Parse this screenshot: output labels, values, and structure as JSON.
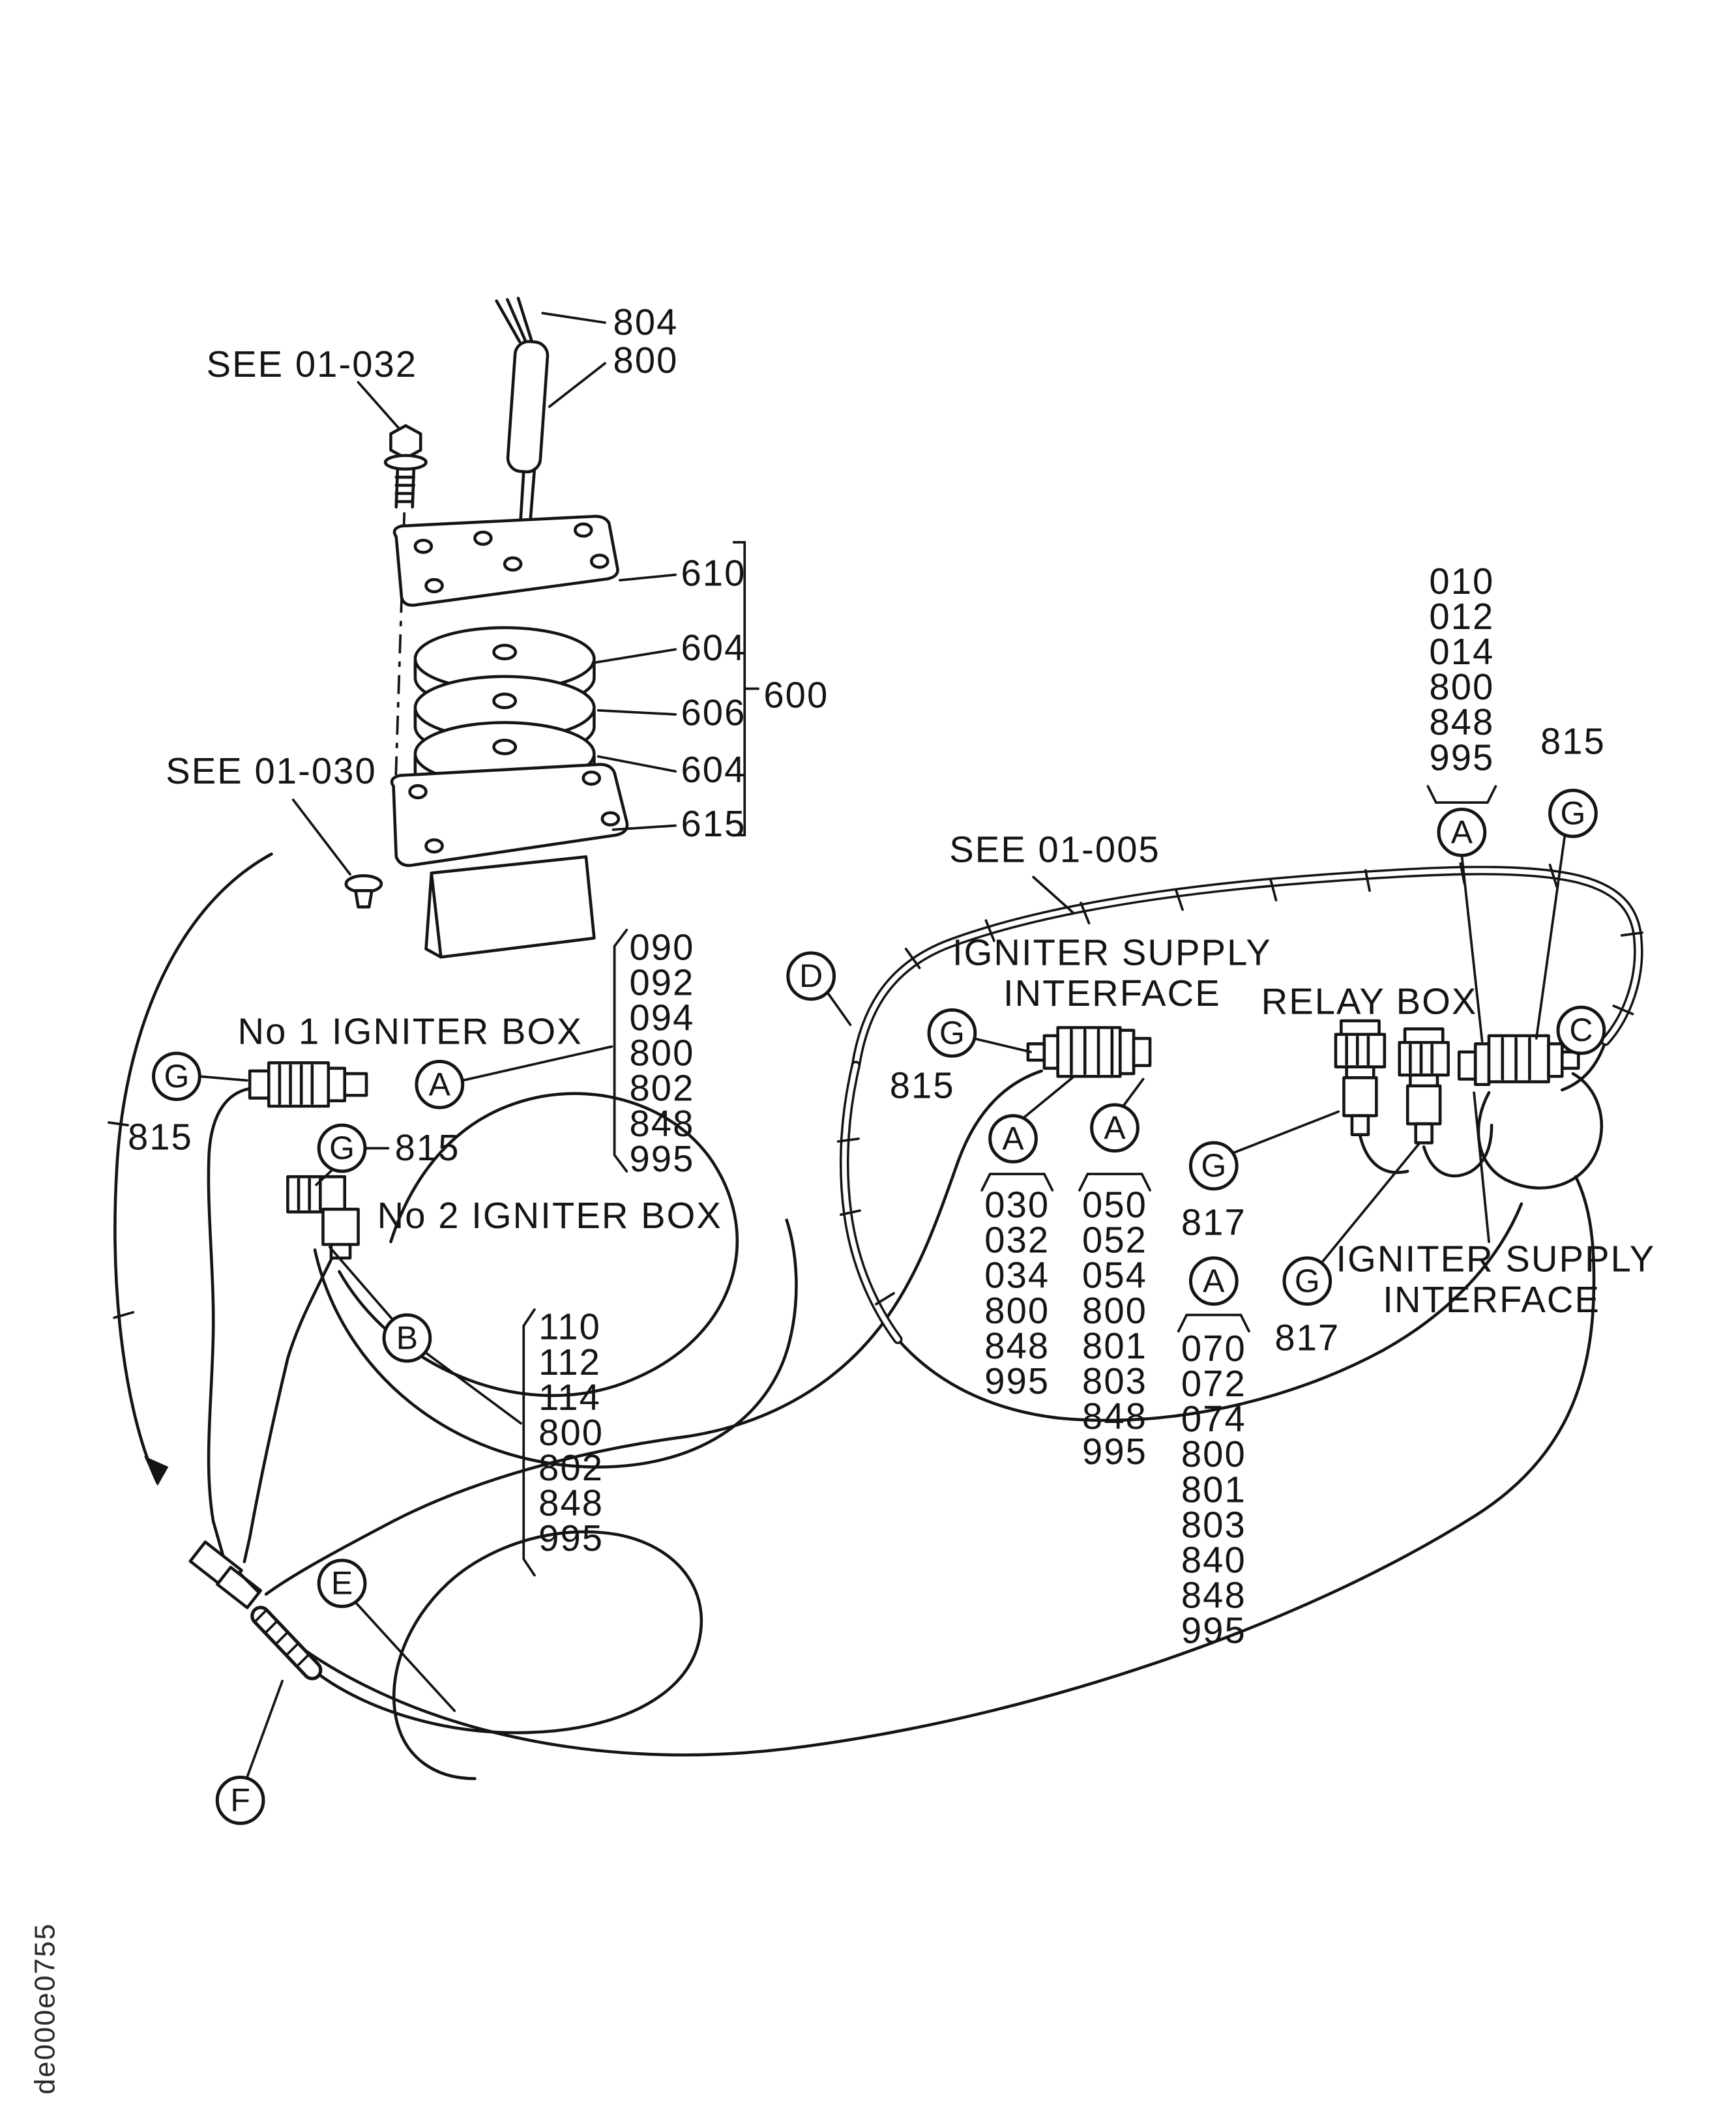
{
  "page": {
    "doc_code": "de000e0755",
    "background": "#ffffff",
    "ink": "#141414"
  },
  "references": {
    "r01032": "SEE 01-032",
    "r01030": "SEE 01-030",
    "r01005": "SEE 01-005"
  },
  "stack_labels": {
    "p804": "804",
    "p800": "800",
    "p610": "610",
    "p604_top": "604",
    "p606": "606",
    "p604_bottom": "604",
    "p615": "615",
    "p600": "600"
  },
  "boxes": {
    "no1": "No 1 IGNITER BOX",
    "no2": "No 2 IGNITER BOX",
    "relay": "RELAY BOX",
    "isi_left": [
      "IGNITER SUPPLY",
      "INTERFACE"
    ],
    "isi_right": [
      "IGNITER SUPPLY",
      "INTERFACE"
    ]
  },
  "callouts": {
    "a": "A",
    "b": "B",
    "c": "C",
    "d": "D",
    "e": "E",
    "f": "F",
    "g": "G"
  },
  "wire_refs": {
    "w815_no1": "815",
    "w815_no2": "815",
    "w815_isi": "815",
    "w815_right": "815",
    "w817_relay1": "817",
    "w817_relay2": "817"
  },
  "part_lists": {
    "no1_igniter": [
      "090",
      "092",
      "094",
      "800",
      "802",
      "848",
      "995"
    ],
    "no2_igniter": [
      "110",
      "112",
      "114",
      "800",
      "802",
      "848",
      "995"
    ],
    "isi_a30": [
      "030",
      "032",
      "034",
      "800",
      "848",
      "995"
    ],
    "isi_a50": [
      "050",
      "052",
      "054",
      "800",
      "801",
      "803",
      "848",
      "995"
    ],
    "relay_a70": [
      "070",
      "072",
      "074",
      "800",
      "801",
      "803",
      "840",
      "848",
      "995"
    ],
    "right_a10": [
      "010",
      "012",
      "014",
      "800",
      "848",
      "995"
    ]
  }
}
